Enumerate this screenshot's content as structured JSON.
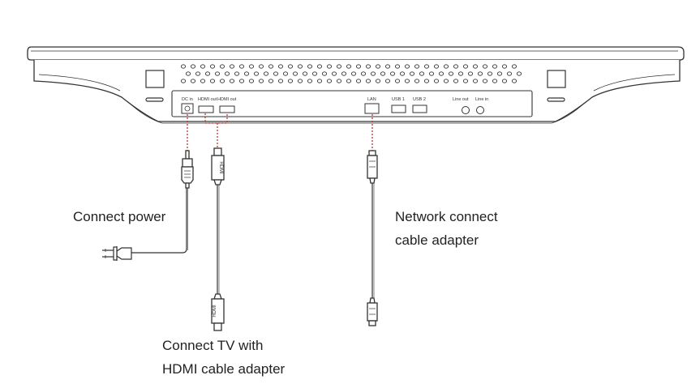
{
  "ports": {
    "dc_in": "DC in",
    "hdmi_out_1": "HDMI out",
    "hdmi_out_2": "HDMI out",
    "lan": "LAN",
    "usb1": "USB 1",
    "usb2": "USB 2",
    "line_out": "Line out",
    "line_in": "Line in"
  },
  "plugs": {
    "hdmi_top": "HDMI",
    "hdmi_bottom": "HDMI"
  },
  "callouts": {
    "power": "Connect power",
    "network_line1": "Network connect",
    "network_line2": "cable adapter",
    "tv_line1": "Connect TV with",
    "tv_line2": "HDMI cable adapter"
  },
  "colors": {
    "outline": "#333333",
    "guide": "#c0392b"
  }
}
